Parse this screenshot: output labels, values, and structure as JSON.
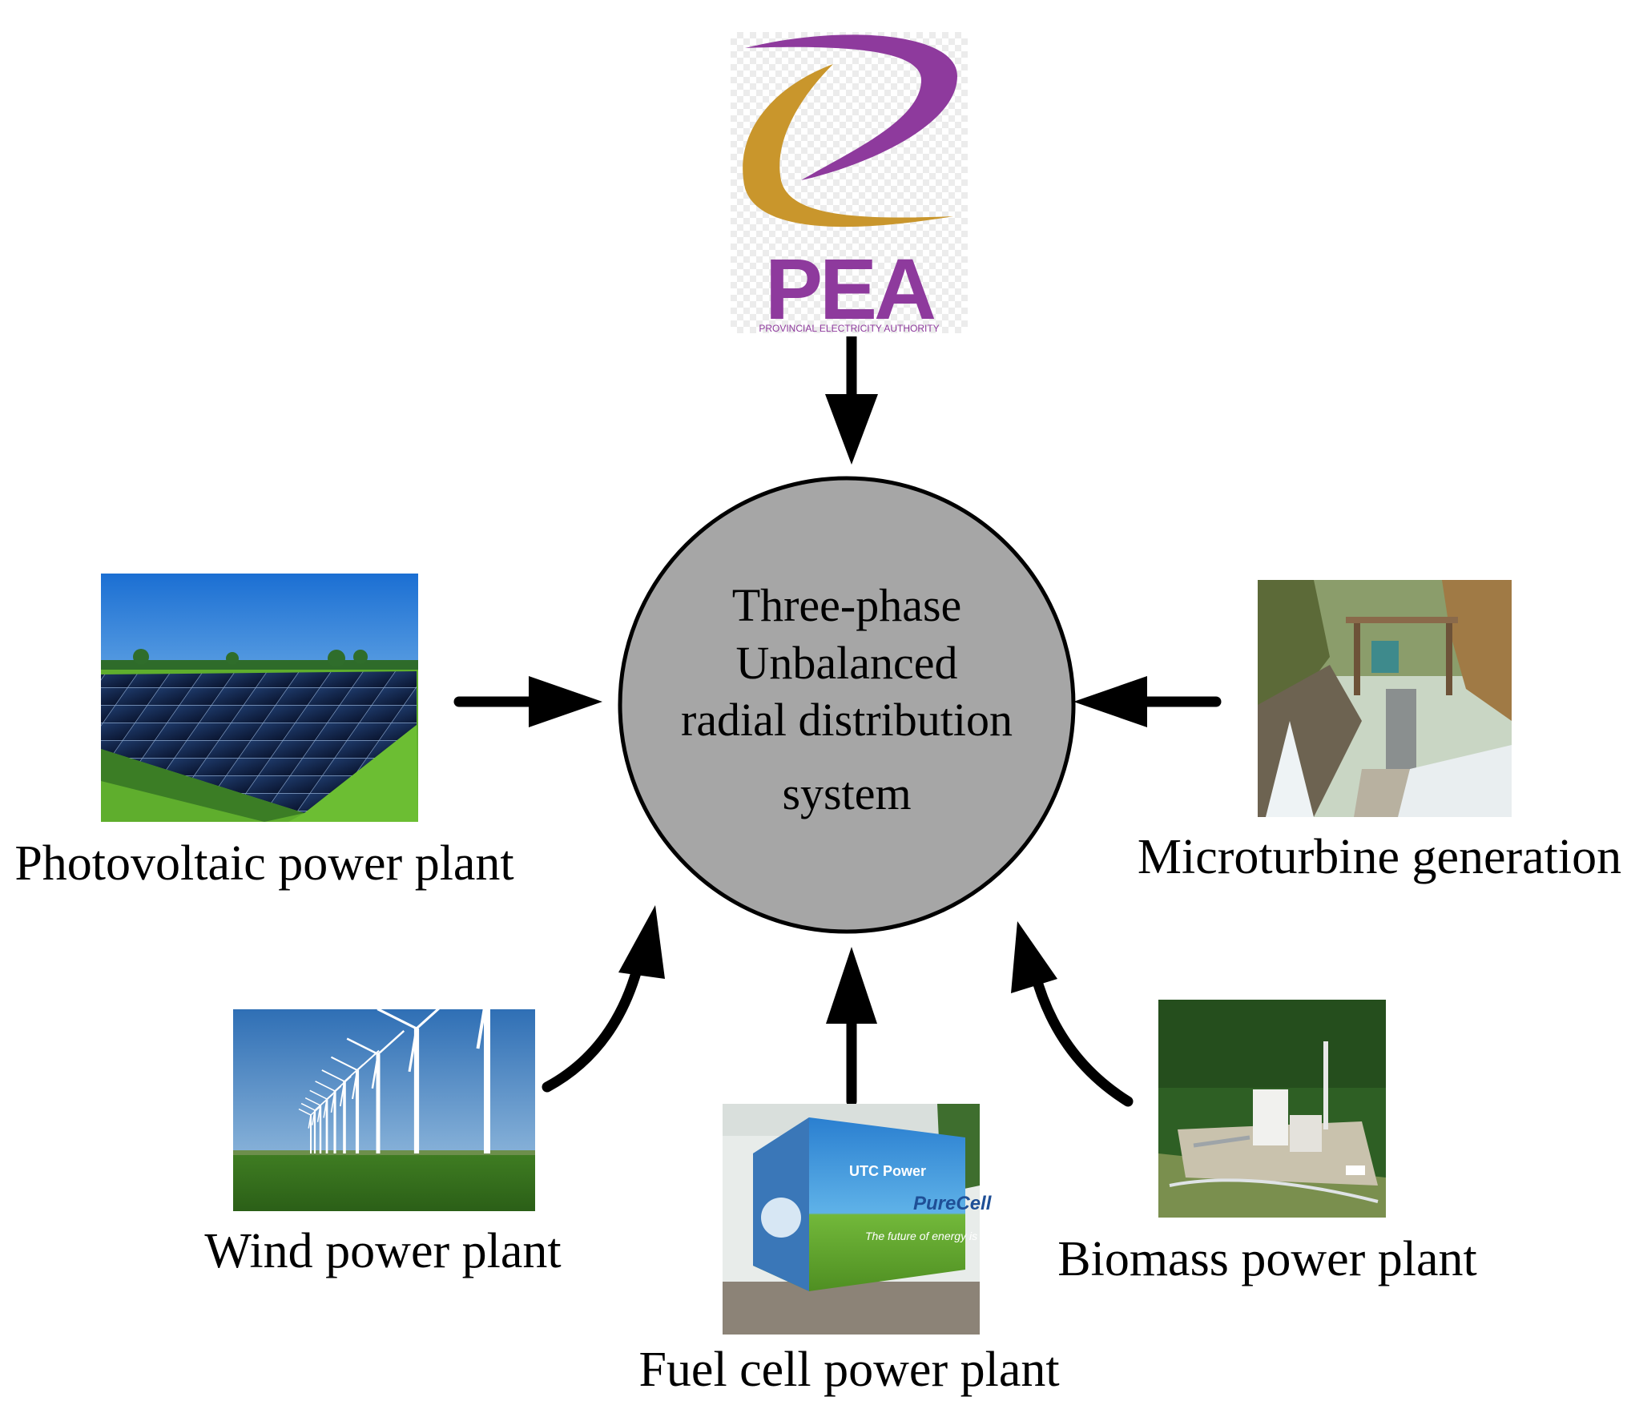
{
  "center": {
    "lines": [
      "Three-phase",
      "Unbalanced",
      "radial distribution",
      "system"
    ],
    "fill": "#a6a6a6"
  },
  "logo": {
    "text": "PEA",
    "subtitle": "PROVINCIAL ELECTRICITY AUTHORITY",
    "colors": {
      "purple": "#8e3a9d",
      "gold": "#c9962c"
    }
  },
  "sources": [
    {
      "id": "pv",
      "label": "Photovoltaic power plant",
      "icon": "solar-panel-photo"
    },
    {
      "id": "microturbine",
      "label": "Microturbine generation",
      "icon": "waterfall-turbine-photo"
    },
    {
      "id": "wind",
      "label": "Wind power plant",
      "icon": "wind-turbines-photo"
    },
    {
      "id": "fuelcell",
      "label": "Fuel cell power plant",
      "icon": "fuel-cell-container-photo",
      "container_text": [
        "UTC Power",
        "PureCell",
        "The future of energy is here."
      ]
    },
    {
      "id": "biomass",
      "label": "Biomass power plant",
      "icon": "biomass-plant-aerial-photo"
    }
  ]
}
